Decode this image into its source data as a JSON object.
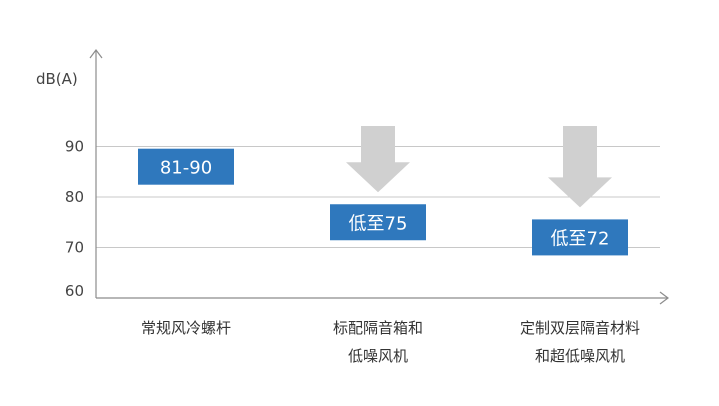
{
  "chart_data": {
    "type": "bar",
    "ylabel": "dB(A)",
    "yticks": [
      60,
      70,
      80,
      90
    ],
    "ylim": [
      60,
      100
    ],
    "grid": true,
    "categories": [
      [
        "常规风冷螺杆"
      ],
      [
        "标配隔音箱和",
        "低噪风机"
      ],
      [
        "定制双层隔音材料",
        "和超低噪风机"
      ]
    ],
    "values": [
      86,
      75,
      72
    ],
    "value_labels": [
      "81-90",
      "低至75",
      "低至72"
    ],
    "reduction_arrows": [
      false,
      true,
      true
    ],
    "colors": {
      "box": "#2f78bd",
      "arrow": "#d0d0d0",
      "grid": "#c8c8c8",
      "axis": "#8c8c8c"
    }
  }
}
